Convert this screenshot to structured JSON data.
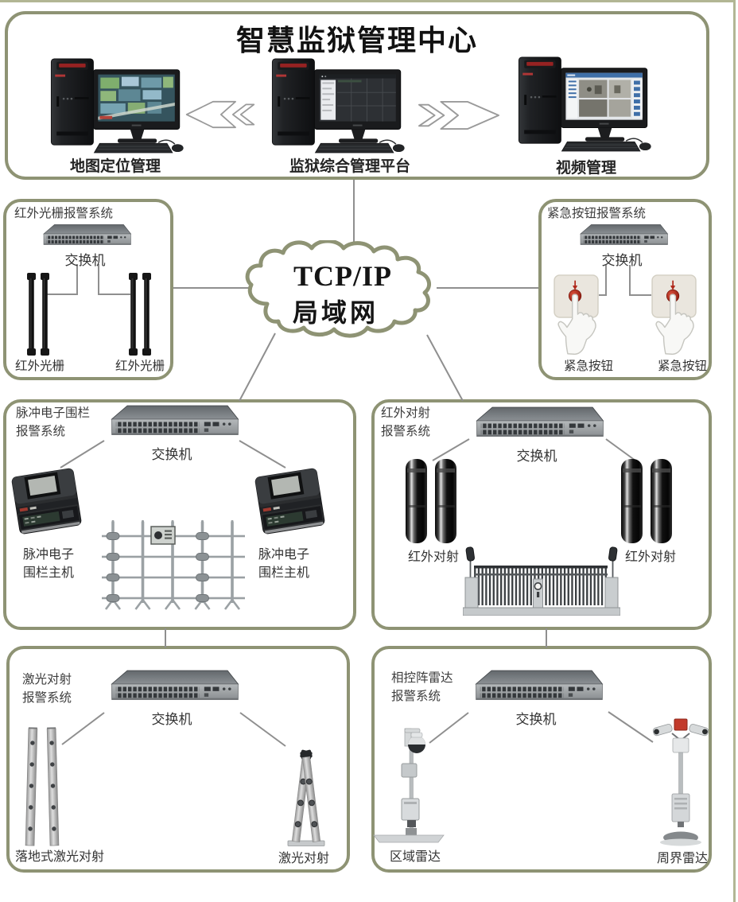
{
  "header": {
    "title": "智慧监狱管理中心",
    "computers": [
      {
        "label": "地图定位管理",
        "screen": "aerial-map"
      },
      {
        "label": "监狱综合管理平台",
        "screen": "management-platform"
      },
      {
        "label": "视频管理",
        "screen": "video-surveillance"
      }
    ]
  },
  "network": {
    "line1": "TCP/IP",
    "line2": "局域网"
  },
  "systems": {
    "infrared_grating": {
      "title": "红外光栅报警系统",
      "switch_label": "交换机",
      "devices": [
        "红外光栅",
        "红外光栅"
      ]
    },
    "emergency_button": {
      "title": "紧急按钮报警系统",
      "switch_label": "交换机",
      "devices": [
        "紧急按钮",
        "紧急按钮"
      ]
    },
    "pulse_fence": {
      "title": "脉冲电子围栏\n报警系统",
      "switch_label": "交换机",
      "devices": [
        "脉冲电子\n围栏主机",
        "脉冲电子\n围栏主机"
      ]
    },
    "infrared_beam": {
      "title": "红外对射\n报警系统",
      "switch_label": "交换机",
      "devices": [
        "红外对射",
        "红外对射"
      ]
    },
    "laser_beam": {
      "title": "激光对射\n报警系统",
      "switch_label": "交换机",
      "devices": [
        "落地式激光对射",
        "激光对射"
      ]
    },
    "radar": {
      "title": "相控阵雷达\n报警系统",
      "switch_label": "交换机",
      "devices": [
        "区域雷达",
        "周界雷达"
      ]
    }
  },
  "colors": {
    "box_border": "#8e9374",
    "connector_line": "#8f8f8f",
    "edge_line": "#b2b694",
    "emergency_button_red": "#b0291c",
    "radar_red": "#c23a2b"
  }
}
